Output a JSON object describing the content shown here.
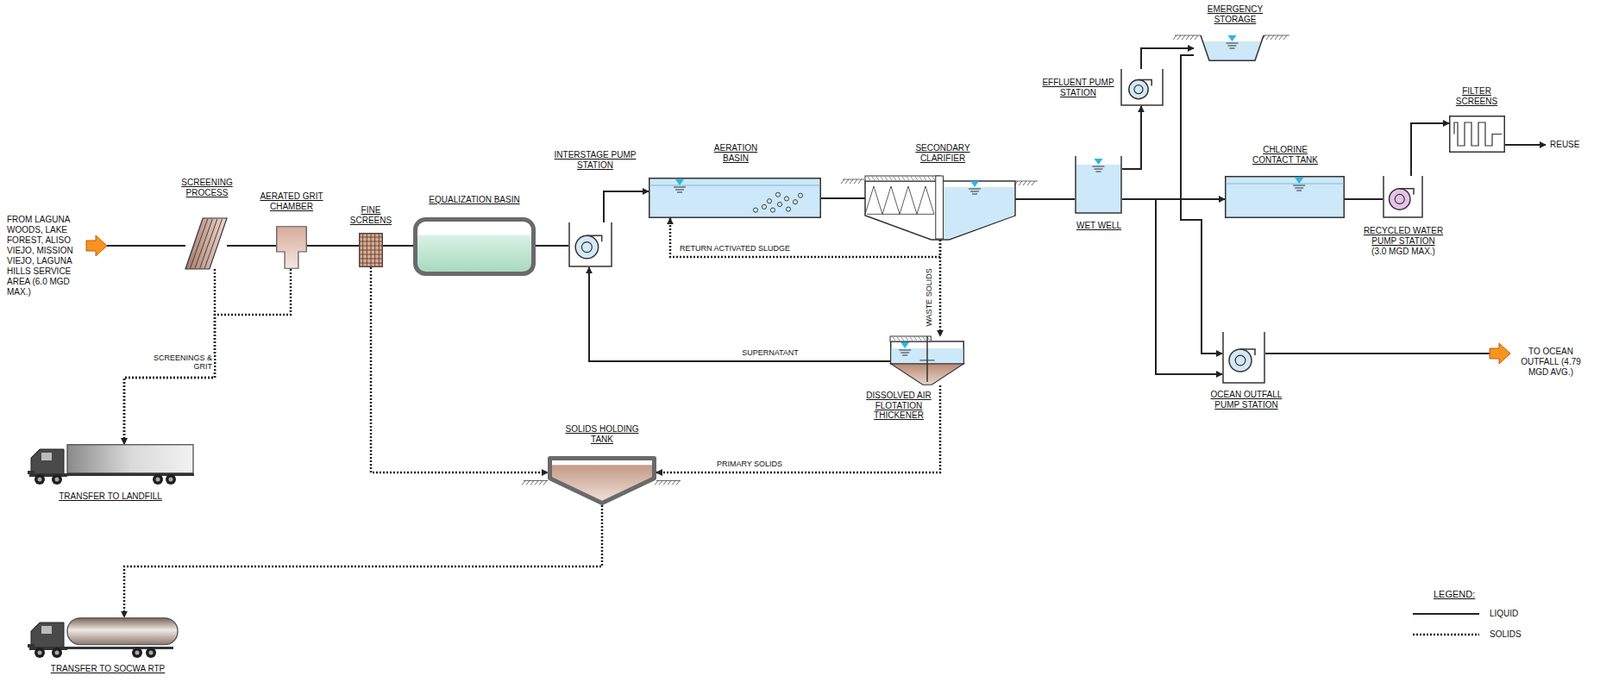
{
  "diagram": {
    "nodes": [
      {
        "text": [
          "SCREENING PROCESS"
        ]
      },
      {
        "text": [
          "AERATED GRIT CHAMBER"
        ]
      },
      {
        "text": [
          "FINE SCREENS"
        ]
      },
      {
        "text": [
          "EQUALIZATION BASIN"
        ]
      },
      {
        "text": [
          "INTERSTAGE PUMP STATION"
        ]
      },
      {
        "text": [
          "AERATION BASIN"
        ]
      },
      {
        "text": [
          "SECONDARY CLARIFIER"
        ]
      },
      {
        "text": [
          "DISSOLVED AIR FLOTATION THICKENER"
        ]
      },
      {
        "text": [
          "SOLIDS HOLDING TANK"
        ]
      },
      {
        "text": [
          "TRANSFER TO LANDFILL"
        ]
      },
      {
        "text": [
          "TRANSFER TO SOCWA RTP"
        ]
      },
      {
        "text": [
          "WET WELL"
        ]
      },
      {
        "text": [
          "EFFLUENT PUMP STATION"
        ]
      },
      {
        "text": [
          "EMERGENCY STORAGE"
        ]
      },
      {
        "text": [
          "CHLORINE CONTACT TANK"
        ]
      },
      {
        "text": [
          "RECYCLED WATER PUMP STATION",
          "(3.0 MGD MAX.)"
        ]
      },
      {
        "text": [
          "FILTER SCREENS"
        ]
      },
      {
        "text": [
          "OCEAN OUTFALL PUMP STATION"
        ]
      }
    ],
    "edges": [
      {
        "from": 0,
        "to": 1,
        "arrow": "none"
      },
      {
        "from": 1,
        "to": 2,
        "arrow": "none"
      },
      {
        "from": 2,
        "to": 3,
        "arrow": "none"
      },
      {
        "from": 3,
        "to": 4,
        "arrow": "none"
      },
      {
        "from": 4,
        "to": 5,
        "arrow": "to"
      },
      {
        "from": 5,
        "to": 6,
        "arrow": "none"
      },
      {
        "from": 6,
        "to": 5,
        "label": "RETURN ACTIVATED SLUDGE",
        "arrow": "to"
      },
      {
        "from": 6,
        "to": 7,
        "label": "WASTE SOLIDS",
        "arrow": "to"
      },
      {
        "from": 7,
        "to": 4,
        "label": "SUPERNATANT",
        "arrow": "to"
      },
      {
        "from": 7,
        "to": 8,
        "label": "PRIMARY SOLIDS",
        "arrow": "to"
      },
      {
        "from": 2,
        "to": 8,
        "arrow": "to"
      },
      {
        "from": 0,
        "to": 9,
        "label": "SCREENINGS & GRIT",
        "arrow": "to"
      },
      {
        "from": 1,
        "to": 9,
        "arrow": "to"
      },
      {
        "from": 8,
        "to": 10,
        "arrow": "to"
      },
      {
        "from": 6,
        "to": 11,
        "arrow": "none"
      },
      {
        "from": 11,
        "to": 12,
        "arrow": "to"
      },
      {
        "from": 12,
        "to": 13,
        "arrow": "to"
      },
      {
        "from": 11,
        "to": 14,
        "arrow": "none"
      },
      {
        "from": 11,
        "to": 17,
        "arrow": "to"
      },
      {
        "from": 13,
        "to": 14,
        "arrow": "to"
      },
      {
        "from": 13,
        "to": 17,
        "arrow": "to"
      },
      {
        "from": 14,
        "to": 15,
        "arrow": "none"
      },
      {
        "from": 15,
        "to": 16,
        "arrow": "to"
      }
    ],
    "labels": [
      "FROM LAGUNA WOODS, LAKE FOREST, ALISO VIEJO, MISSION VIEJO, LAGUNA HILLS SERVICE AREA (6.0 MGD MAX.)",
      "TO OCEAN OUTFALL (4.79 MGD AVG.)",
      "REUSE",
      "LEGEND:"
    ],
    "legend": [
      {
        "text": "LIQUID"
      },
      {
        "text": "SOLIDS"
      }
    ]
  }
}
